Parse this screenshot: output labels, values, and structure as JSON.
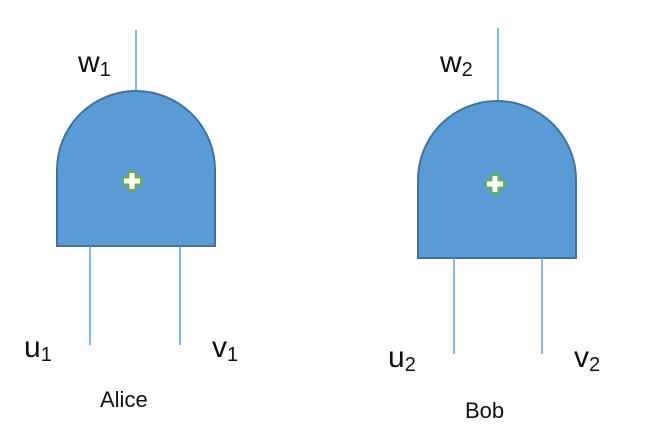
{
  "gates": [
    {
      "owner": "Alice",
      "symbol": "+",
      "output": {
        "letter": "w",
        "index": "1"
      },
      "input_left": {
        "letter": "u",
        "index": "1"
      },
      "input_right": {
        "letter": "v",
        "index": "1"
      }
    },
    {
      "owner": "Bob",
      "symbol": "+",
      "output": {
        "letter": "w",
        "index": "2"
      },
      "input_left": {
        "letter": "u",
        "index": "2"
      },
      "input_right": {
        "letter": "v",
        "index": "2"
      }
    }
  ],
  "colors": {
    "gate_fill": "#5b9bd5",
    "gate_stroke": "#41719c",
    "wire": "#5b9bd5",
    "plus_fill": "#ffffff",
    "plus_stroke": "#70ad47",
    "text": "#111111"
  }
}
